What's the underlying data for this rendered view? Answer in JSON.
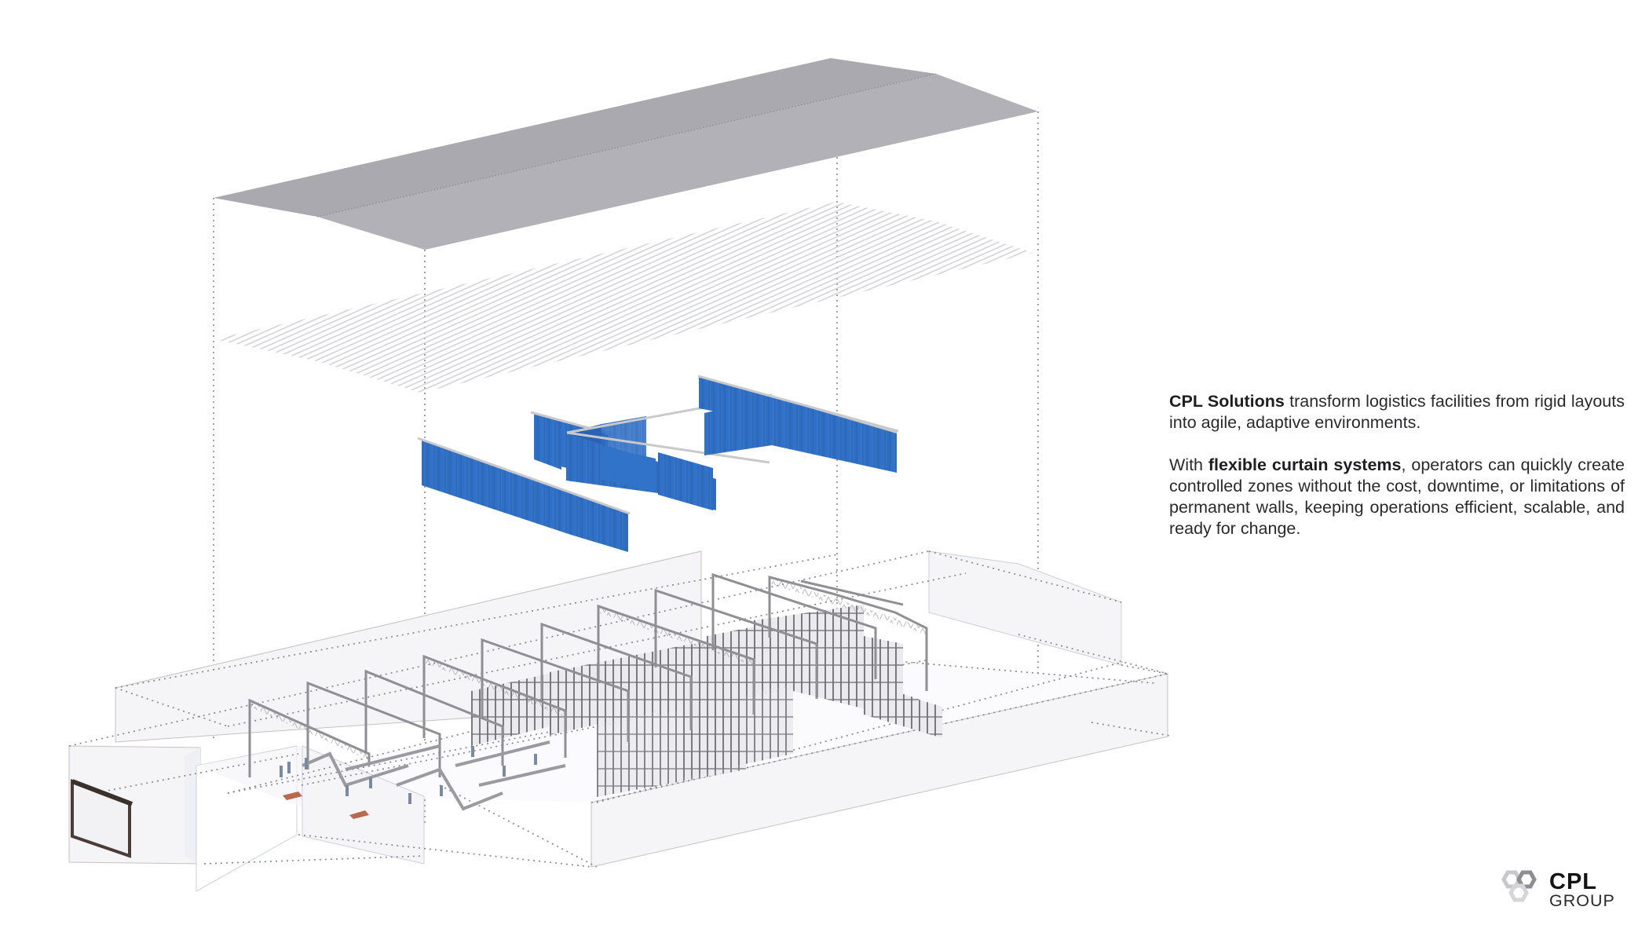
{
  "text_block": {
    "paragraph_1": {
      "lead_bold": "CPL Solutions",
      "rest": " transform logistics facilities from rigid layouts into agile, adaptive environments."
    },
    "paragraph_2": {
      "lead": "With ",
      "bold": "flexible curtain systems",
      "rest": ", operators can quickly create controlled zones without the cost, downtime, or limitations of permanent walls, keeping operations efficient, scalable, and ready for change."
    }
  },
  "logo": {
    "line_1": "CPL",
    "line_2": "GROUP",
    "mark_icon": "hexagon-cluster-icon"
  },
  "illustration": {
    "layers": [
      "roof",
      "roof-insulation-slats",
      "curtain-walls",
      "warehouse-shell",
      "floor-equipment"
    ],
    "colors": {
      "roof": "#a9a8ae",
      "curtain": "#2f6fc6",
      "curtain_dark": "#2558a6",
      "curtain_rail": "#c9c9cc",
      "wall_fill": "#f4f4f7",
      "wall_edge": "#c8c0c0",
      "dotted_guides": "#8a8a8e",
      "truss": "#8f8f94",
      "rack": "#6d6d72",
      "door_frame": "#4a3c36"
    }
  }
}
